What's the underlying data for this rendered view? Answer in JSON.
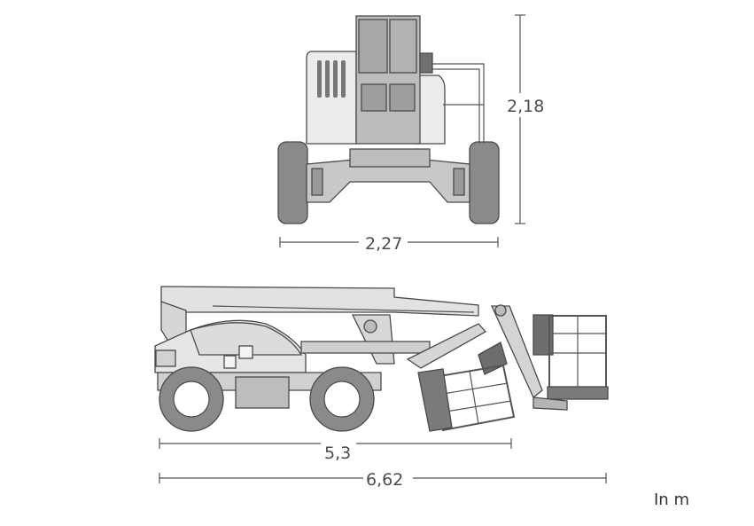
{
  "dimensions": {
    "front_height": "2,18",
    "front_width": "2,27",
    "side_length_stowed": "5,3",
    "side_length_total": "6,62"
  },
  "unit_label": "In m",
  "colors": {
    "body_light": "#e9e9e9",
    "body_mid": "#c8c8c8",
    "body_dark": "#8c8c8c",
    "wheel": "#8a8a8a",
    "line": "#555555"
  }
}
